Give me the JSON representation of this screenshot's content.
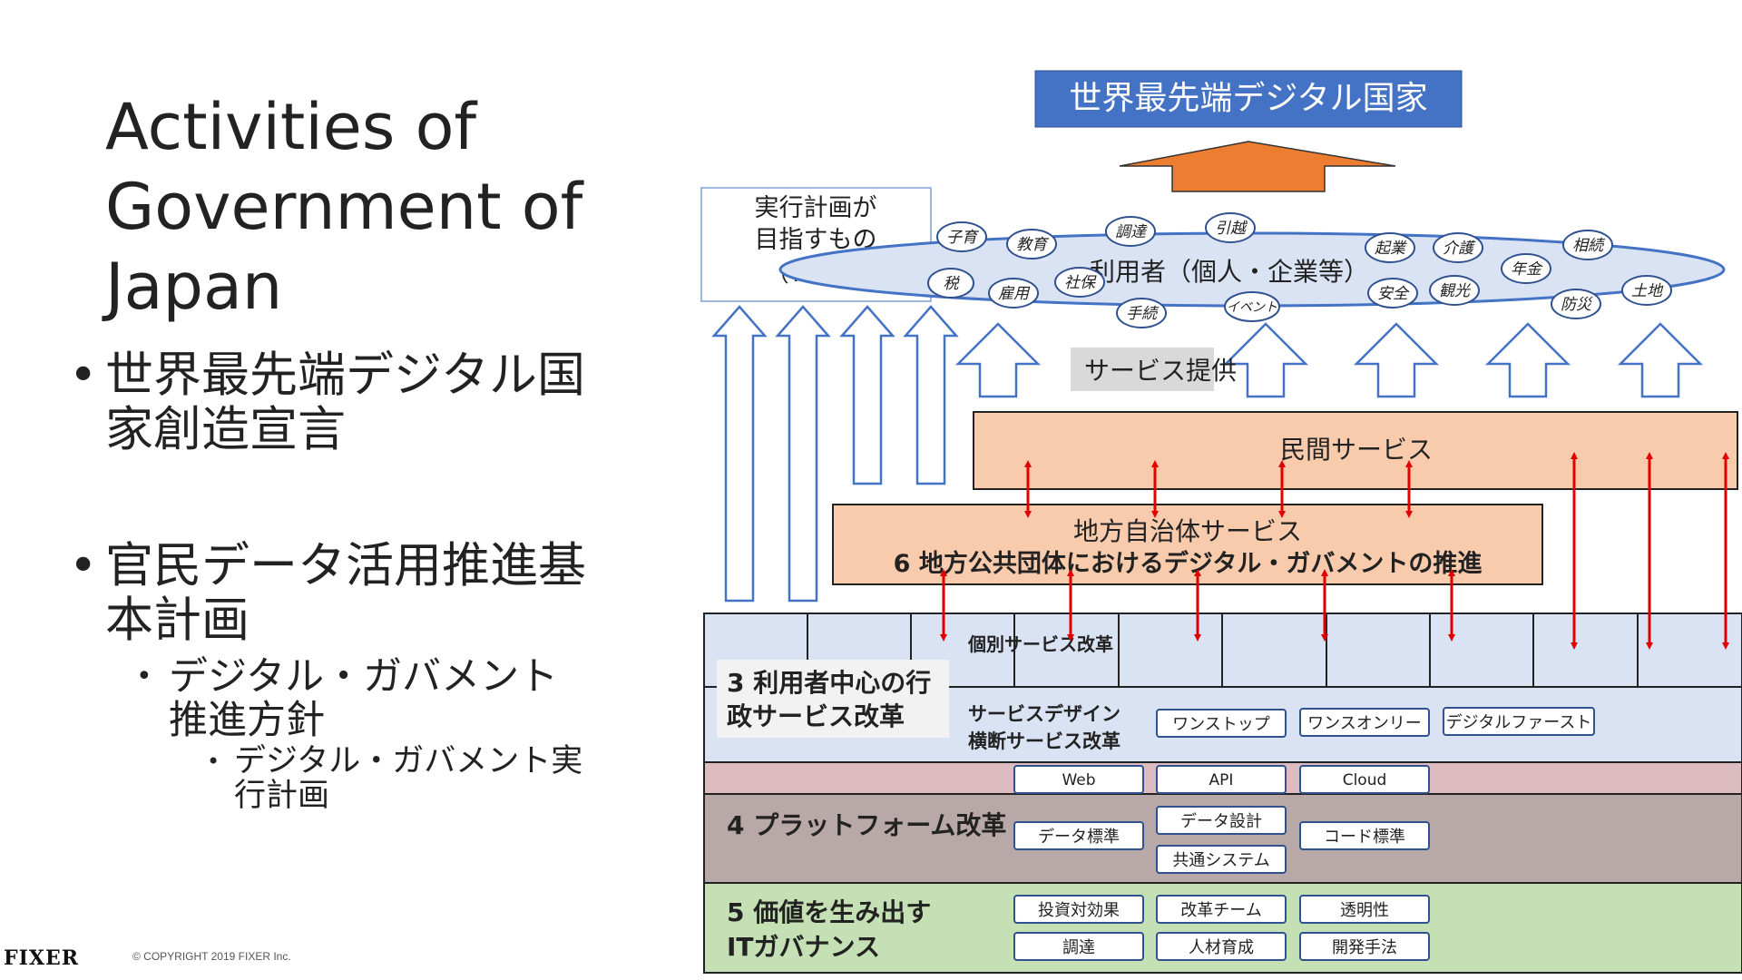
{
  "left": {
    "title": "Activities of Government of Japan",
    "bullets": [
      {
        "text": "世界最先端デジタル国家創造宣言",
        "level": 1
      },
      {
        "text": "官民データ活用推進基本計画",
        "level": 1
      },
      {
        "text": "デジタル・ガバメント推進方針",
        "level": 2
      },
      {
        "text": "デジタル・ガバメント実行計画",
        "level": 3
      }
    ]
  },
  "diagram": {
    "goal_title": "世界最先端デジタル国家",
    "tobe_box": [
      "実行計画が",
      "目指すもの",
      "（ToBe）"
    ],
    "users_label": "利用者（個人・企業等）",
    "service_bubbles": [
      "子育",
      "教育",
      "調達",
      "引越",
      "起業",
      "介護",
      "相続",
      "税",
      "雇用",
      "社保",
      "手続",
      "イベント",
      "安全",
      "観光",
      "年金",
      "防災",
      "土地"
    ],
    "service_provision": "サービス提供",
    "private_service": "民間サービス",
    "local_service_line1": "地方自治体サービス",
    "local_service_line2": "6 地方公共団体におけるデジタル・ガバメントの推進",
    "reform3_title_line1": "3 利用者中心の行",
    "reform3_title_line2": "政サービス改革",
    "individual_reform": "個別サービス改革",
    "design_line1": "サービスデザイン",
    "design_line2": "横断サービス改革",
    "design_buttons": [
      "ワンストップ",
      "ワンスオンリー",
      "デジタルファースト"
    ],
    "platform_techs": [
      "Web",
      "API",
      "Cloud"
    ],
    "platform_title": "4 プラットフォーム改革",
    "platform_items": [
      "データ標準",
      "データ設計",
      "共通システム",
      "コード標準"
    ],
    "governance_title_line1": "5 価値を生み出す",
    "governance_title_line2": "ITガバナンス",
    "governance_items": [
      "投資対効果",
      "改革チーム",
      "透明性",
      "調達",
      "人材育成",
      "開発手法"
    ]
  },
  "footer": {
    "logo": "FIXER",
    "copyright": "© COPYRIGHT 2019 FIXER Inc."
  },
  "colors": {
    "goal_blue": "#4472c4",
    "arrow_orange": "#ed7d31",
    "private_fill": "#f8cbad",
    "reform_blue": "#dae3f3",
    "pink_band": "#dcbcc0",
    "platform_fill": "#b8a8a8",
    "governance_green": "#c5e0b4",
    "red_arrow": "#e00000"
  }
}
